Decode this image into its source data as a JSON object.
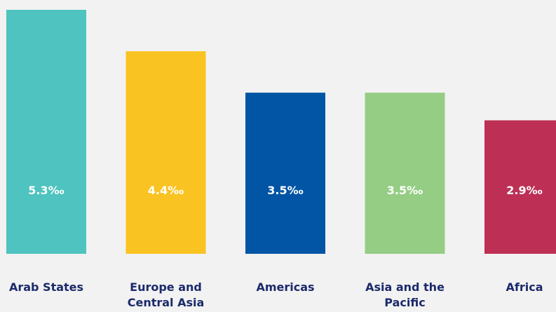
{
  "chart_data": {
    "type": "bar",
    "categories": [
      [
        "Arab States"
      ],
      [
        "Europe and",
        "Central Asia"
      ],
      [
        "Americas"
      ],
      [
        "Asia and the",
        "Pacific"
      ],
      [
        "Africa"
      ]
    ],
    "values": [
      5.3,
      4.4,
      3.5,
      3.5,
      2.9
    ],
    "data_labels": [
      "5.3‰",
      "4.4‰",
      "3.5‰",
      "3.5‰",
      "2.9‰"
    ],
    "colors": [
      "#4fc3bf",
      "#f9c322",
      "#0255a5",
      "#95cd85",
      "#bd2f55"
    ],
    "label_color": "#1c2a6b",
    "background": "#f2f2f2",
    "title": "",
    "xlabel": "",
    "ylabel": "",
    "ylim": [
      0,
      5.3
    ],
    "grid": false,
    "legend": "none"
  }
}
